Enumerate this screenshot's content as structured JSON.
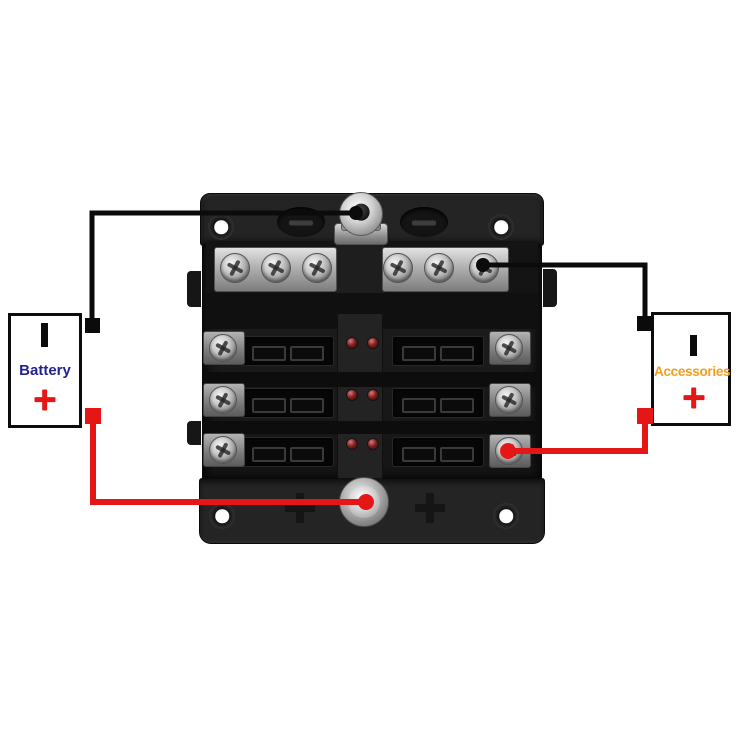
{
  "scene": {
    "background": "#ffffff",
    "kind": "fuse-box-wiring-diagram"
  },
  "battery": {
    "label": "Battery",
    "label_color": "#23238f",
    "plus_symbol": "+",
    "plus_color": "#e51616",
    "negative_terminal_mark": "I"
  },
  "accessories": {
    "label": "Accessories",
    "label_color": "#f59c1e",
    "plus_symbol": "+",
    "plus_color": "#e51616",
    "negative_terminal_mark": "I"
  },
  "fuse_block": {
    "fuse_slots": 6,
    "fuse_rows": 3,
    "fuse_columns": 2,
    "indicator_leds": 6,
    "top_terminal_screws": 6,
    "side_circuit_screws": 6,
    "mounting_holes": 4,
    "power_studs": 2,
    "negative_emboss_mark": "−",
    "positive_emboss_mark": "+",
    "case_color": "#1d1d1d",
    "cap_color": "#242424",
    "metal_color": "#c9c9c9",
    "led_color": "#7e1d1f"
  },
  "wires": {
    "black_color": "#0b0b0b",
    "red_color": "#e51616",
    "connections": [
      {
        "id": "battery-negative-to-top-stud",
        "color": "black"
      },
      {
        "id": "top-right-screw-to-accessories-negative",
        "color": "black"
      },
      {
        "id": "battery-positive-to-bottom-stud",
        "color": "red"
      },
      {
        "id": "bottom-right-screw-to-accessories-positive",
        "color": "red"
      }
    ]
  }
}
